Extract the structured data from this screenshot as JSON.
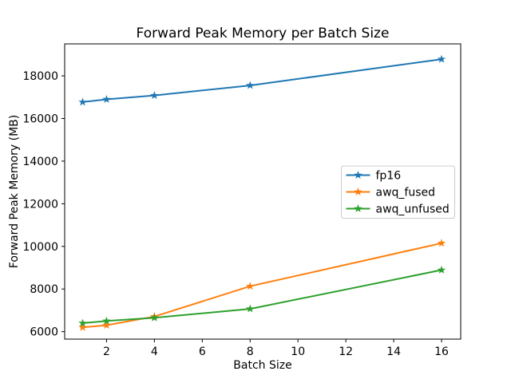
{
  "chart_data": {
    "type": "line",
    "title": "Forward Peak Memory per Batch Size",
    "xlabel": "Batch Size",
    "ylabel": "Forward Peak Memory (MB)",
    "x": [
      1,
      2,
      4,
      8,
      16
    ],
    "series": [
      {
        "name": "fp16",
        "color": "#1f77b4",
        "values": [
          16770,
          16900,
          17080,
          17550,
          18780
        ]
      },
      {
        "name": "awq_fused",
        "color": "#ff7f0e",
        "values": [
          6200,
          6300,
          6710,
          8130,
          10150
        ]
      },
      {
        "name": "awq_unfused",
        "color": "#2ca02c",
        "values": [
          6400,
          6500,
          6650,
          7070,
          8890
        ]
      }
    ],
    "marker": "star",
    "xticks": [
      2,
      4,
      6,
      8,
      10,
      12,
      14,
      16
    ],
    "yticks": [
      6000,
      8000,
      10000,
      12000,
      14000,
      16000,
      18000
    ],
    "xlim": [
      0.25,
      16.8
    ],
    "ylim": [
      5650,
      19500
    ],
    "grid": false,
    "legend": {
      "position": "center-right",
      "entries": [
        "fp16",
        "awq_fused",
        "awq_unfused"
      ]
    },
    "colors": {
      "background": "#ffffff",
      "axis": "#000000",
      "legend_border": "#cccccc"
    }
  }
}
